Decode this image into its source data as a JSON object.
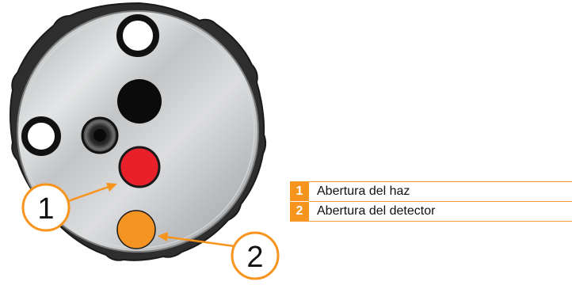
{
  "callouts": [
    {
      "number": "1"
    },
    {
      "number": "2"
    }
  ],
  "legend": {
    "rows": [
      {
        "number": "1",
        "label": "Abertura del haz"
      },
      {
        "number": "2",
        "label": "Abertura del detector"
      }
    ]
  },
  "colors": {
    "accent_orange": "#f7941d",
    "beam_aperture_red": "#e8202a",
    "detector_aperture_orange": "#f39423",
    "disk_gray": "#c9cbcc",
    "dark_rim": "#2b2b2b"
  },
  "icons": {
    "disk": "circular-knurled-disk",
    "holes": [
      "white-hole",
      "white-hole",
      "black-hole",
      "black-ring-hole",
      "red-aperture",
      "orange-aperture"
    ]
  }
}
